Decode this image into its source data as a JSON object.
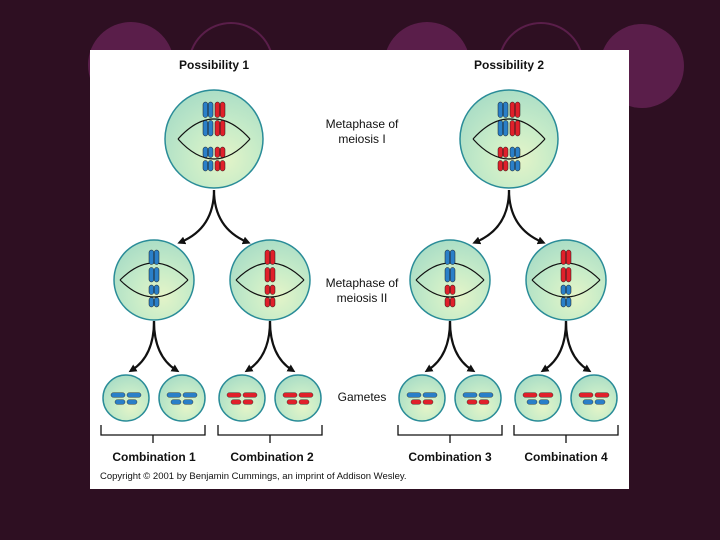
{
  "headings": {
    "possibility_1": "Possibility 1",
    "possibility_2": "Possibility 2"
  },
  "stage_labels": {
    "metaphase_1": [
      "Metaphase of",
      "meiosis I"
    ],
    "metaphase_2": [
      "Metaphase of",
      "meiosis II"
    ],
    "gametes": "Gametes"
  },
  "combinations": [
    "Combination 1",
    "Combination 2",
    "Combination 3",
    "Combination 4"
  ],
  "copyright": "Copyright © 2001 by Benjamin Cummings, an imprint of Addison Wesley.",
  "colors": {
    "maternal": "#e0202a",
    "paternal": "#2a7fc8",
    "cell_fill": "#a8dcc6",
    "cell_highlight": "#e4f4c8",
    "cell_border": "#2a8c98",
    "background": "#2e0f22",
    "decor": "#5a1e4a"
  }
}
